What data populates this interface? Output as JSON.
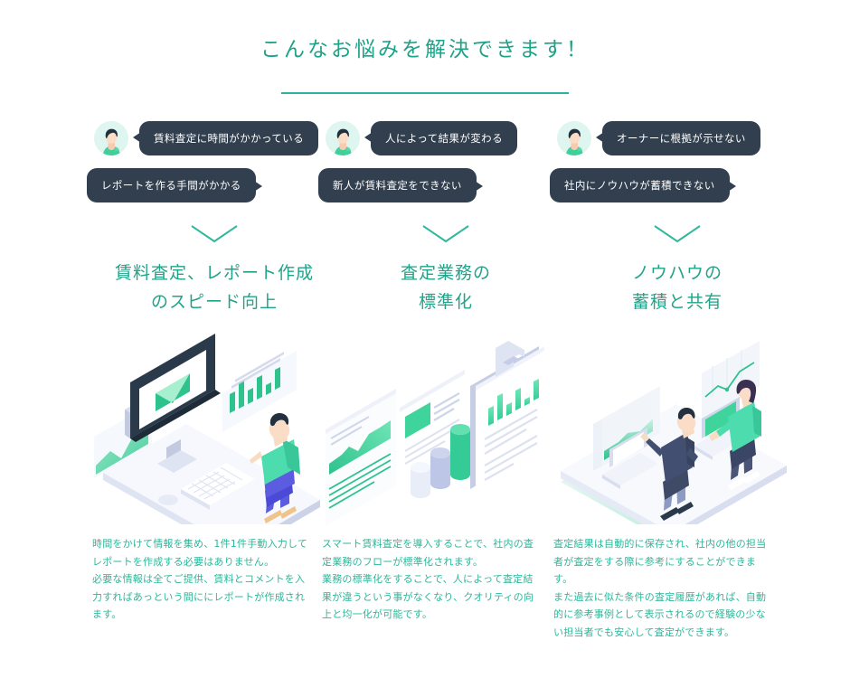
{
  "header": {
    "title": "こんなお悩みを解決できます！",
    "accent_color": "#1fa388",
    "rule_color": "#2bb3a0"
  },
  "colors": {
    "bubble_bg": "#323f4e",
    "bubble_text": "#ffffff",
    "heading_green": "#20a388",
    "body_green": "#2cb79a",
    "avatar_bg": "#dff5ef",
    "illustration_green": "#3ecf9a",
    "illustration_dark": "#2b3a4a",
    "illustration_purple": "#5b5ce0",
    "page_bg": "#ffffff"
  },
  "columns": [
    {
      "id": "speed",
      "avatar_icon": "person-avatar-icon",
      "bubbles": [
        {
          "text": "賃料査定に時間がかかっている",
          "tail": "left"
        },
        {
          "text": "レポートを作る手間がかかる",
          "tail": "right"
        }
      ],
      "chevron_icon": "chevron-down-icon",
      "heading_lines": [
        "賃料査定、レポート作成",
        "のスピード向上"
      ],
      "illustration": "desktop-monitor-analytics-illustration",
      "body": "時間をかけて情報を集め、1件1件手動入力して\nレポートを作成する必要はありません。\n必要な情報は全てご提供、賃料とコメントを入\n力すればあっという間ににレポートが作成され\nます。"
    },
    {
      "id": "standardize",
      "avatar_icon": "person-avatar-icon",
      "bubbles": [
        {
          "text": "人によって結果が変わる",
          "tail": "left"
        },
        {
          "text": "新人が賃料査定をできない",
          "tail": "right"
        }
      ],
      "chevron_icon": "chevron-down-icon",
      "heading_lines": [
        "査定業務の",
        "標準化"
      ],
      "illustration": "clipboard-reports-charts-illustration",
      "body": "スマート賃料査定を導入することで、社内の査\n定業務のフローが標準化されます。\n業務の標準化をすることで、人によって査定結\n果が違うという事がなくなり、クオリティの向\n上と均一化が可能です。"
    },
    {
      "id": "knowhow",
      "avatar_icon": "person-avatar-icon",
      "bubbles": [
        {
          "text": "オーナーに根拠が示せない",
          "tail": "left"
        },
        {
          "text": "社内にノウハウが蓄積できない",
          "tail": "right"
        }
      ],
      "chevron_icon": "chevron-down-icon",
      "heading_lines": [
        "ノウハウの",
        "蓄積と共有"
      ],
      "illustration": "team-desk-laptops-illustration",
      "body": "査定結果は自動的に保存され、社内の他の担当\n者が査定をする際に参考にすることができま\nす。\nまた過去に似た条件の査定履歴があれば、自動\n的に参考事例として表示されるので経験の少な\nい担当者でも安心して査定ができます。"
    }
  ]
}
